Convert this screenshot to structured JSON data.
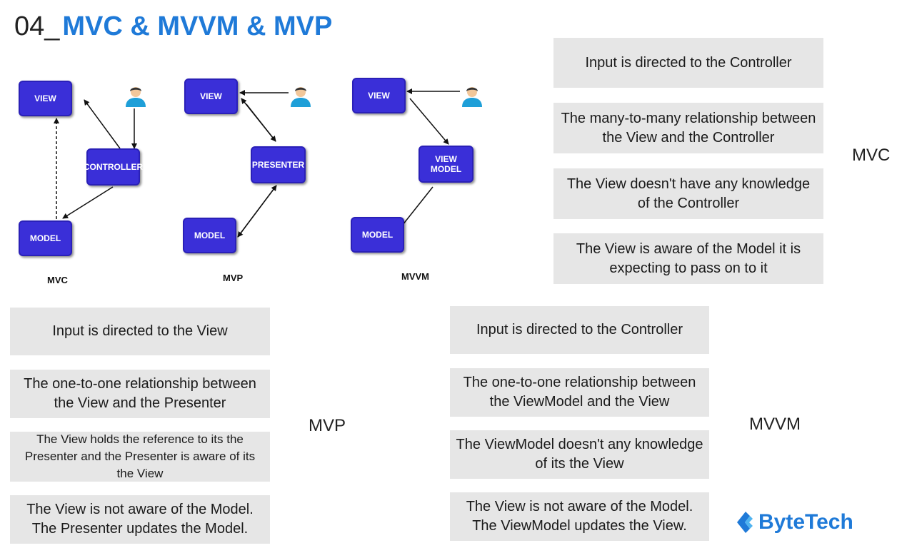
{
  "header": {
    "number": "04_",
    "title": "MVC & MVVM & MVP"
  },
  "diagrams": {
    "mvc": {
      "caption": "MVC",
      "view": "VIEW",
      "middle": "CONTROLLER",
      "model": "MODEL"
    },
    "mvp": {
      "caption": "MVP",
      "view": "VIEW",
      "middle": "PRESENTER",
      "model": "MODEL"
    },
    "mvvm": {
      "caption": "MVVM",
      "view": "VIEW",
      "middle": "VIEW MODEL",
      "model": "MODEL"
    }
  },
  "groups": {
    "mvc": {
      "label": "MVC",
      "cards": [
        "Input is directed to the Controller",
        "The many-to-many relationship between the View and the Controller",
        "The View doesn't have any knowledge of the Controller",
        "The View is aware of the Model it is expecting to pass on to it"
      ]
    },
    "mvp": {
      "label": "MVP",
      "cards": [
        "Input is directed to the View",
        "The one-to-one relationship between the View and the Presenter",
        "The View holds the reference to its the Presenter and the Presenter is aware of its the View",
        "The View is not aware of the Model. The Presenter updates the Model."
      ]
    },
    "mvvm": {
      "label": "MVVM",
      "cards": [
        "Input is directed to the Controller",
        "The one-to-one relationship between the ViewModel and the View",
        "The ViewModel doesn't any knowledge of its the View",
        "The View is not aware of the Model. The ViewModel updates the View."
      ]
    }
  },
  "logo": {
    "text": "ByteTech"
  },
  "colors": {
    "accent": "#1f7ad8",
    "box": "#3a2fd8",
    "card": "#e6e6e6"
  }
}
